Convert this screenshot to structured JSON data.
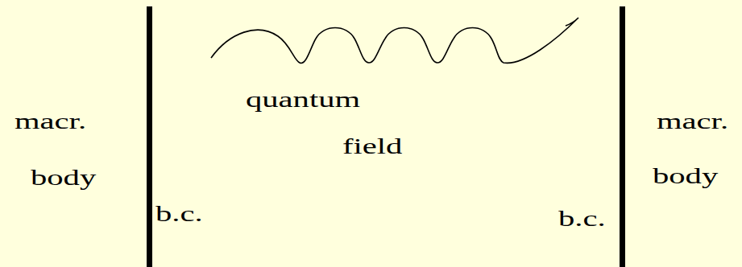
{
  "diagram": {
    "labels": [
      "quantum",
      "field",
      "macr.",
      "body",
      "b.c.",
      "b.c.",
      "macr.",
      "body"
    ]
  }
}
